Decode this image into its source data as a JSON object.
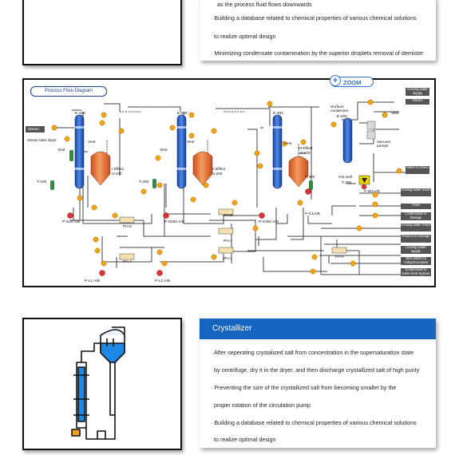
{
  "top_card": {
    "lines": [
      "as the process fluid flows downwards",
      "· Building a database related to chemical properties of various chemical solutions",
      "to realize optimal design",
      "· Minimizing condensate contamination by the superior droplets removal of demister"
    ]
  },
  "pfd": {
    "title": "Process Flow Diagram",
    "zoom_label": "ZOOM",
    "labels": {
      "steam": "Steam",
      "steam_tube_dryer": "Steam tube dryer",
      "e100": "E-100",
      "e200": "E-200",
      "e300": "E-300",
      "surface_condenser": "Surface condenser",
      "e400": "E-400",
      "vent1": "Vent",
      "vent2": "Vent",
      "vent3": "Vent",
      "vent4": "Vent",
      "vent5": "Vent",
      "vent6": "Vent",
      "i_effect": "I Effect",
      "v100": "V-100",
      "ii_effect": "II Effect",
      "v200": "V-200",
      "iii_effect": "III Effect",
      "v300": "V-300",
      "t100": "T-100",
      "t200": "T-200",
      "t300": "T-300",
      "hot_well": "Hot well",
      "t400": "T-400",
      "vacuum_pumps": "Vacuum pumps",
      "p_c1": "P-C1A/B",
      "p_w1": "P-W1A/B",
      "p_s20": "P-S20 A/B",
      "p_s200": "P-S200 A/B",
      "p_s300": "P-S300 A/B",
      "ph3": "PH-3",
      "ph5": "PH-5",
      "ph7": "PH-7",
      "ph4": "PH-4",
      "ph1": "PH-1",
      "ph6": "PH-6",
      "p_l1": "P-L1 A/B",
      "p_l2": "P-L2 A/B"
    },
    "tags": [
      "Cooling water supply",
      "Steam",
      "Water to return",
      "Cooling water return",
      "Feed",
      "Condensate to Storage",
      "Cooling water return",
      "Product to Storage",
      "Cooling water supply",
      "35% NaOH to Anhydrous plant",
      "Condensate to boiler feed System"
    ]
  },
  "bottom_card": {
    "header": "Crystallizer",
    "lines": [
      "·  After seperating crystalized salt from concentration in the supersaturation state",
      "by centrifuge, dry it in the dryer, and then discharge crystallized salt of high purity",
      "· Preventing the size of the crystallized salt from becoming smaller by the",
      "proper rotation of the circulation pump",
      "· Building a database related to chemical properties of various chemical solutions",
      "to realize optimal design"
    ]
  },
  "colors": {
    "accent_blue": "#1565c0",
    "column_blue": "#2f6fd0",
    "vessel_orange": "#e8733a",
    "node_orange": "#f2a313"
  }
}
